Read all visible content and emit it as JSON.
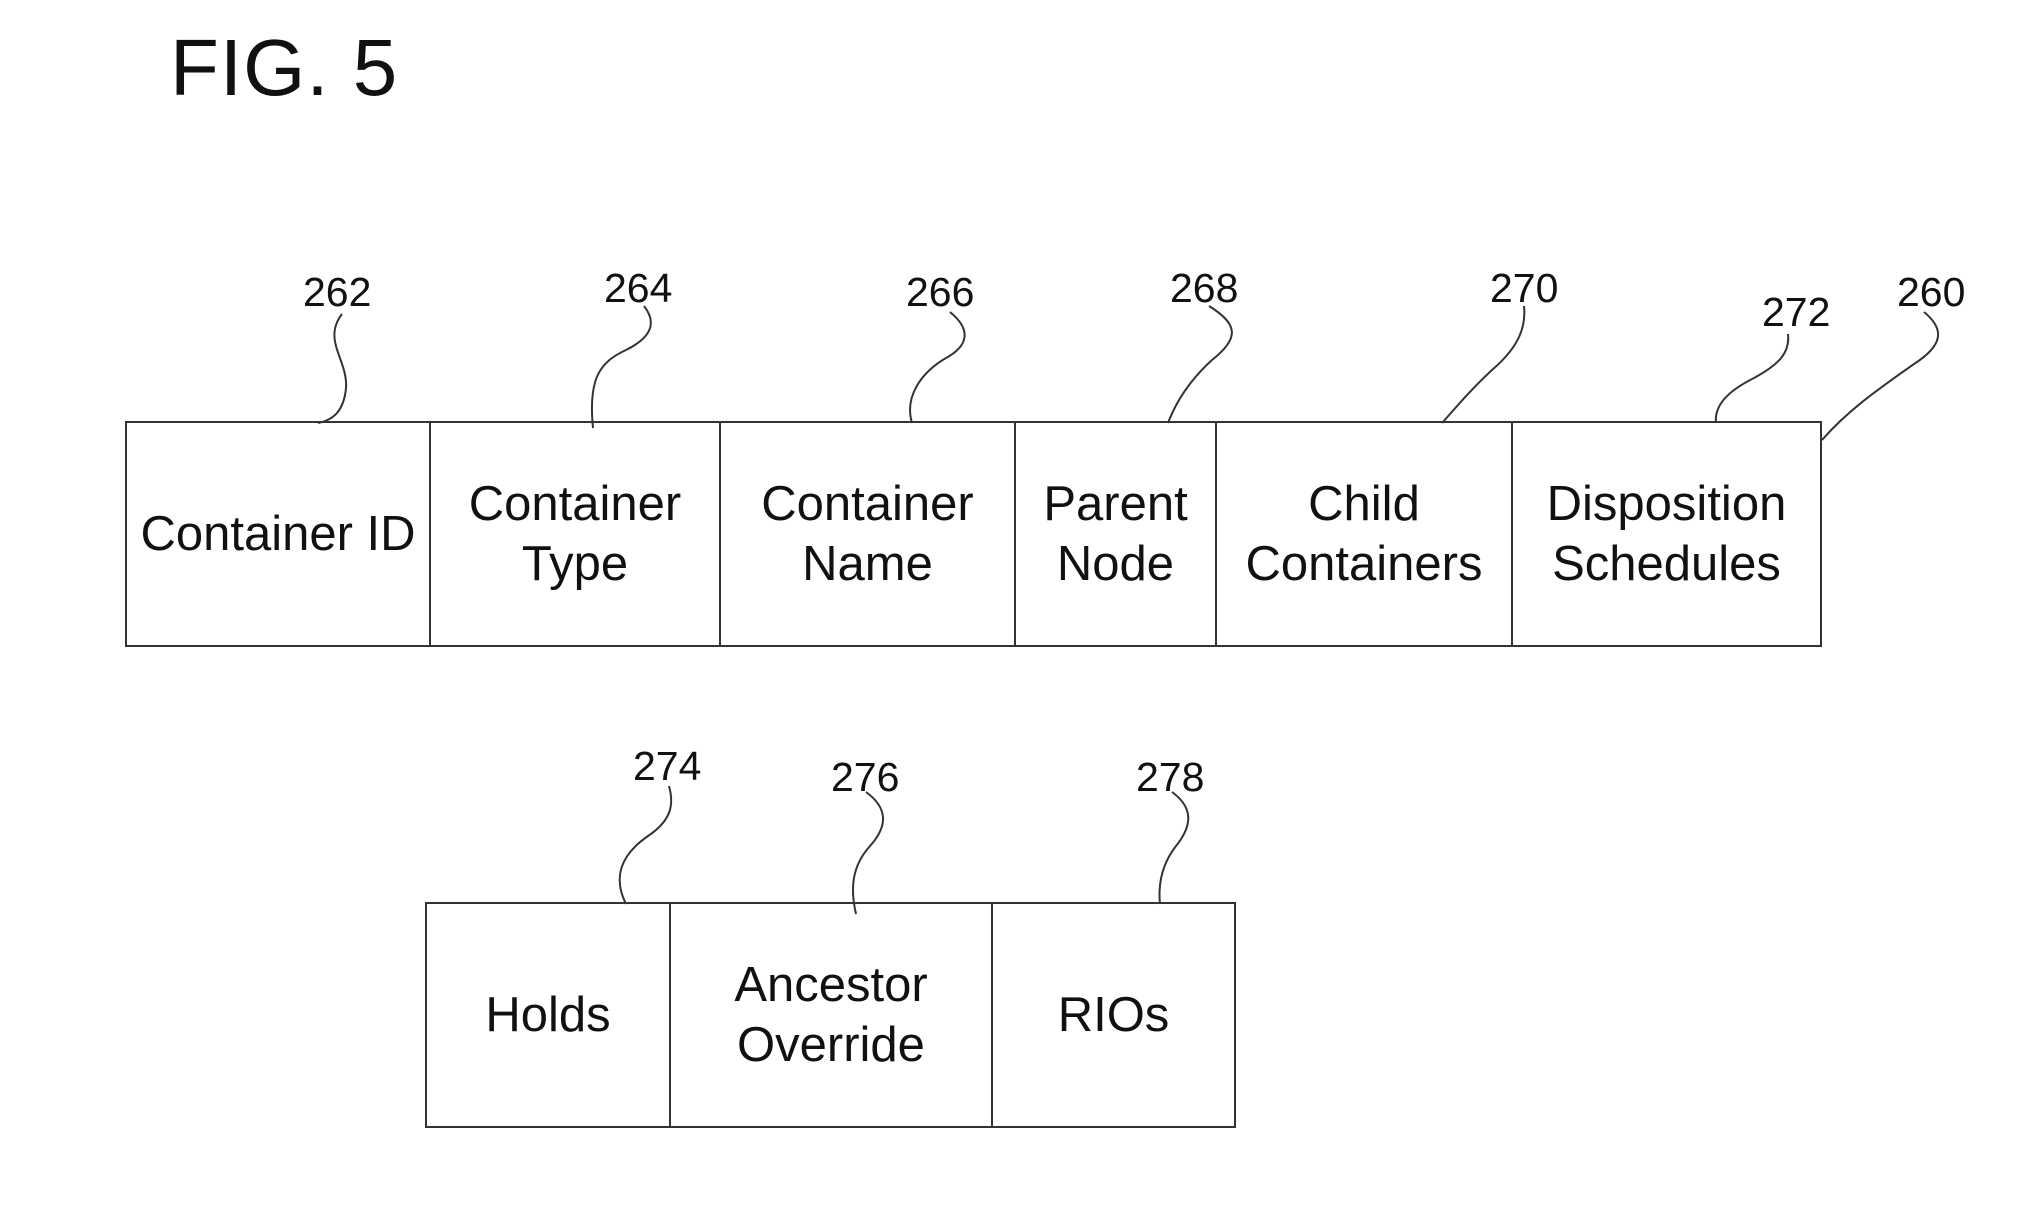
{
  "figure": {
    "title": "FIG. 5",
    "record_ref": "260"
  },
  "rows": [
    {
      "fields": [
        {
          "label": "Container ID",
          "ref": "262"
        },
        {
          "label": "Container\nType",
          "ref": "264"
        },
        {
          "label": "Container\nName",
          "ref": "266"
        },
        {
          "label": "Parent\nNode",
          "ref": "268"
        },
        {
          "label": "Child\nContainers",
          "ref": "270"
        },
        {
          "label": "Disposition\nSchedules",
          "ref": "272"
        }
      ]
    },
    {
      "fields": [
        {
          "label": "Holds",
          "ref": "274"
        },
        {
          "label": "Ancestor\nOverride",
          "ref": "276"
        },
        {
          "label": "RIOs",
          "ref": "278"
        }
      ]
    }
  ],
  "colors": {
    "line": "#333333",
    "text": "#111111",
    "background": "#ffffff"
  }
}
